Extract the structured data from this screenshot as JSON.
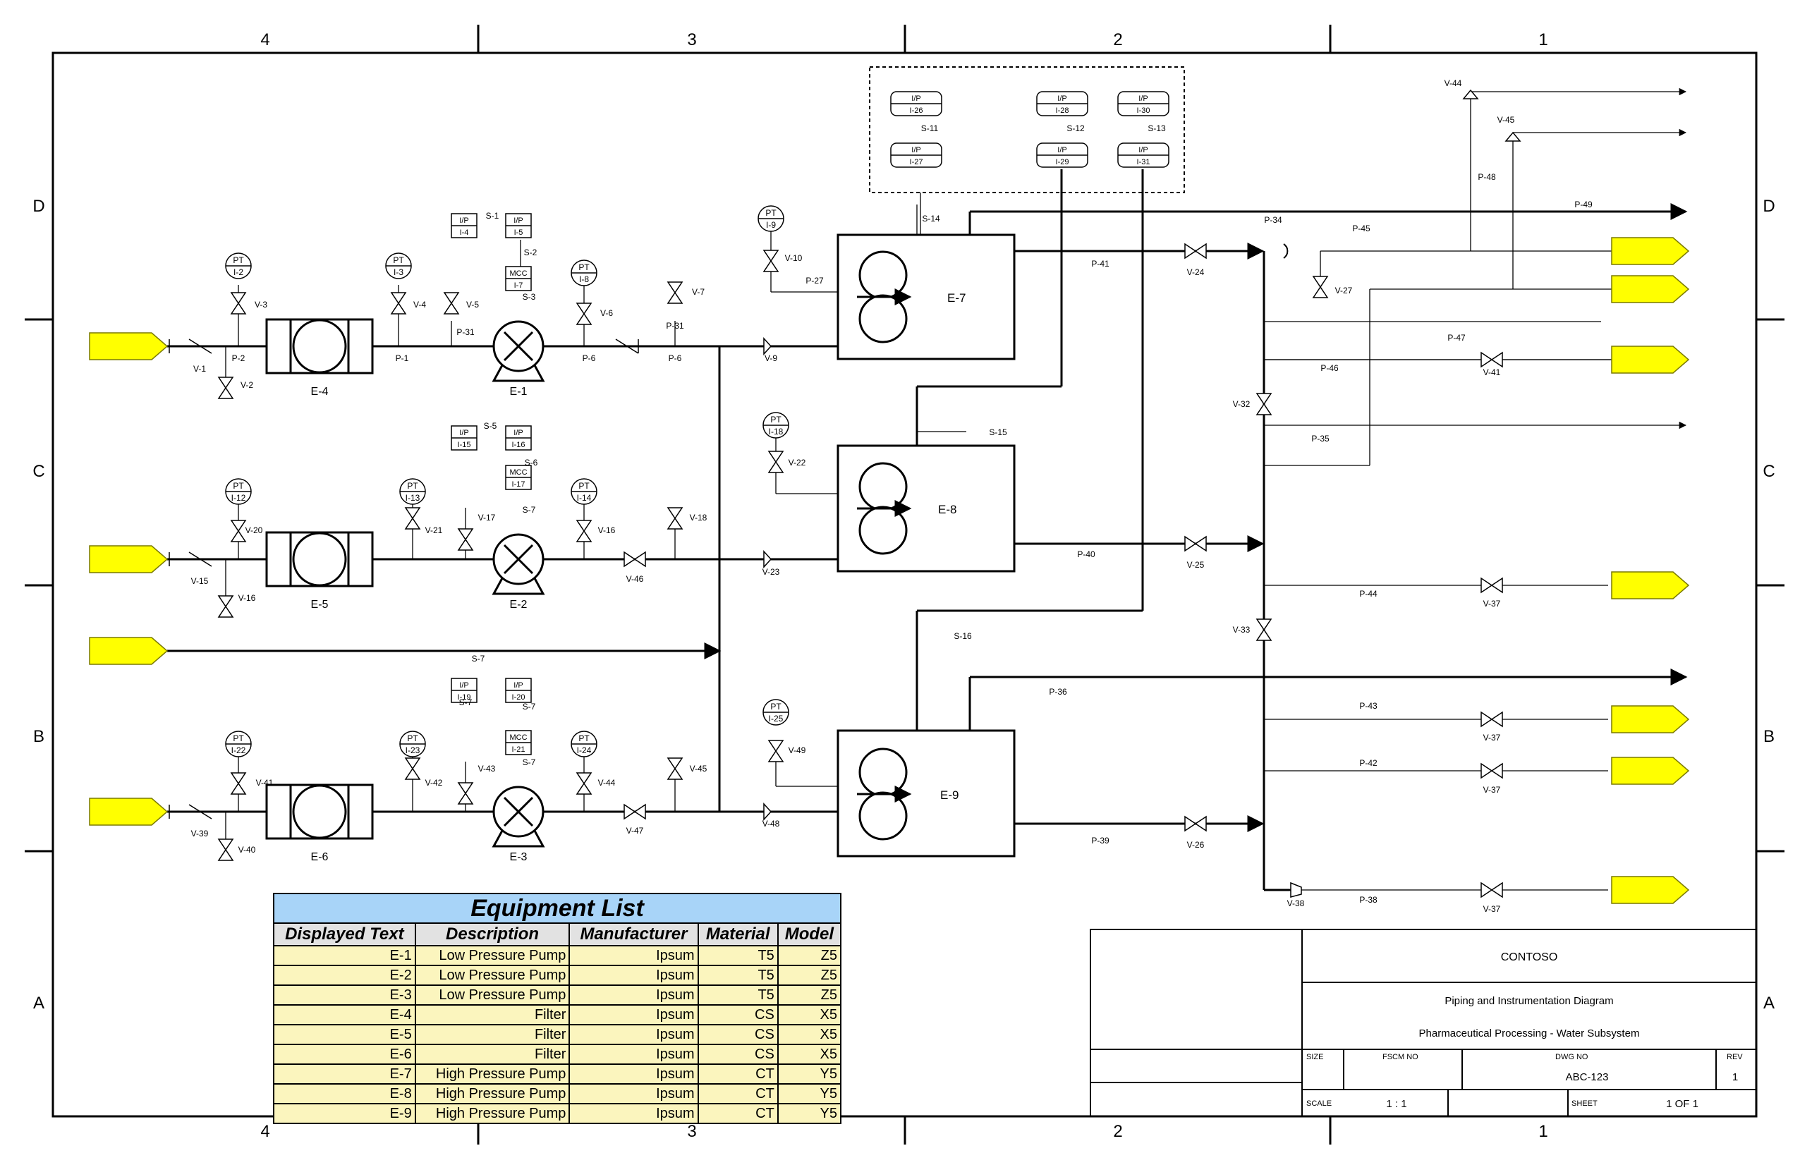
{
  "grid": {
    "columns": [
      "4",
      "3",
      "2",
      "1"
    ],
    "rows": [
      "D",
      "C",
      "B",
      "A"
    ]
  },
  "equipment": {
    "E-1": "E-1",
    "E-2": "E-2",
    "E-3": "E-3",
    "E-4": "E-4",
    "E-5": "E-5",
    "E-6": "E-6",
    "E-7": "E-7",
    "E-8": "E-8",
    "E-9": "E-9"
  },
  "pipe_labels": [
    "P-1",
    "P-2",
    "P-6",
    "P-6",
    "P-27",
    "P-31",
    "P-31",
    "P-34",
    "P-35",
    "P-36",
    "P-38",
    "P-39",
    "P-40",
    "P-41",
    "P-42",
    "P-43",
    "P-44",
    "P-45",
    "P-46",
    "P-47",
    "P-48",
    "P-49",
    "S-1",
    "S-2",
    "S-3",
    "S-5",
    "S-6",
    "S-7",
    "S-7",
    "S-7",
    "S-7",
    "S-7",
    "S-11",
    "S-12",
    "S-13",
    "S-14",
    "S-15",
    "S-16"
  ],
  "valve_labels": [
    "V-1",
    "V-2",
    "V-3",
    "V-4",
    "V-5",
    "V-6",
    "V-7",
    "V-9",
    "V-10",
    "V-15",
    "V-16",
    "V-17",
    "V-18",
    "V-20",
    "V-21",
    "V-16",
    "V-22",
    "V-23",
    "V-24",
    "V-25",
    "V-26",
    "V-27",
    "V-32",
    "V-33",
    "V-37",
    "V-37",
    "V-37",
    "V-37",
    "V-38",
    "V-39",
    "V-40",
    "V-41",
    "V-41",
    "V-42",
    "V-43",
    "V-44",
    "V-44",
    "V-45",
    "V-45",
    "V-46",
    "V-47",
    "V-48",
    "V-49"
  ],
  "instruments": [
    {
      "top": "PT",
      "bottom": "I-2"
    },
    {
      "top": "PT",
      "bottom": "I-3"
    },
    {
      "top": "PT",
      "bottom": "I-8"
    },
    {
      "top": "PT",
      "bottom": "I-9"
    },
    {
      "top": "PT",
      "bottom": "I-12"
    },
    {
      "top": "PT",
      "bottom": "I-13"
    },
    {
      "top": "PT",
      "bottom": "I-14"
    },
    {
      "top": "PT",
      "bottom": "I-18"
    },
    {
      "top": "PT",
      "bottom": "I-22"
    },
    {
      "top": "PT",
      "bottom": "I-23"
    },
    {
      "top": "PT",
      "bottom": "I-24"
    },
    {
      "top": "PT",
      "bottom": "I-25"
    },
    {
      "top": "I/P",
      "bottom": "I-4"
    },
    {
      "top": "I/P",
      "bottom": "I-5"
    },
    {
      "top": "MCC",
      "bottom": "I-7"
    },
    {
      "top": "I/P",
      "bottom": "I-15"
    },
    {
      "top": "I/P",
      "bottom": "I-16"
    },
    {
      "top": "MCC",
      "bottom": "I-17"
    },
    {
      "top": "I/P",
      "bottom": "I-19"
    },
    {
      "top": "I/P",
      "bottom": "I-20"
    },
    {
      "top": "MCC",
      "bottom": "I-21"
    },
    {
      "top": "I/P",
      "bottom": "I-26"
    },
    {
      "top": "I/P",
      "bottom": "I-27"
    },
    {
      "top": "I/P",
      "bottom": "I-28"
    },
    {
      "top": "I/P",
      "bottom": "I-29"
    },
    {
      "top": "I/P",
      "bottom": "I-30"
    },
    {
      "top": "I/P",
      "bottom": "I-31"
    }
  ],
  "equipment_list": {
    "title": "Equipment List",
    "headers": [
      "Displayed Text",
      "Description",
      "Manufacturer",
      "Material",
      "Model"
    ],
    "rows": [
      [
        "E-1",
        "Low Pressure Pump",
        "Ipsum",
        "T5",
        "Z5"
      ],
      [
        "E-2",
        "Low Pressure Pump",
        "Ipsum",
        "T5",
        "Z5"
      ],
      [
        "E-3",
        "Low Pressure Pump",
        "Ipsum",
        "T5",
        "Z5"
      ],
      [
        "E-4",
        "Filter",
        "Ipsum",
        "CS",
        "X5"
      ],
      [
        "E-5",
        "Filter",
        "Ipsum",
        "CS",
        "X5"
      ],
      [
        "E-6",
        "Filter",
        "Ipsum",
        "CS",
        "X5"
      ],
      [
        "E-7",
        "High Pressure Pump",
        "Ipsum",
        "CT",
        "Y5"
      ],
      [
        "E-8",
        "High Pressure Pump",
        "Ipsum",
        "CT",
        "Y5"
      ],
      [
        "E-9",
        "High Pressure Pump",
        "Ipsum",
        "CT",
        "Y5"
      ]
    ]
  },
  "title_block": {
    "company": "CONTOSO",
    "title": "Piping and Instrumentation Diagram",
    "subtitle": "Pharmaceutical Processing - Water Subsystem",
    "size_label": "SIZE",
    "fscm_label": "FSCM NO",
    "dwg_label": "DWG NO",
    "dwg_no": "ABC-123",
    "rev_label": "REV",
    "rev": "1",
    "scale_label": "SCALE",
    "scale": "1 : 1",
    "sheet_label": "SHEET",
    "sheet": "1 OF 1"
  },
  "colors": {
    "connector_fill": "#ffff00",
    "connector_stroke": "#7a7a00",
    "table_title": "#a8d4f8",
    "table_header": "#e2e2e2",
    "table_cell": "#fbf5be"
  }
}
